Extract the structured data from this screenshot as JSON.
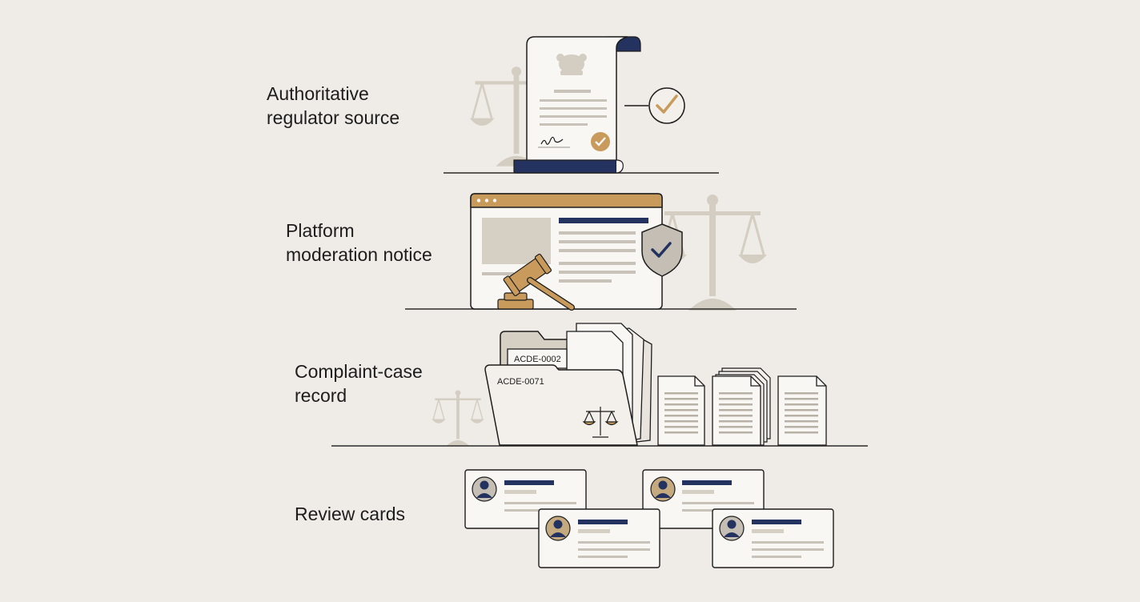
{
  "tiers": [
    {
      "label_line1": "Authoritative",
      "label_line2": "regulator source",
      "icon": "regulator-document-icon"
    },
    {
      "label_line1": "Platform",
      "label_line2": "moderation notice",
      "icon": "moderation-window-icon"
    },
    {
      "label_line1": "Complaint-case",
      "label_line2": "record",
      "icon": "case-folder-icon"
    },
    {
      "label_line1": "Review cards",
      "label_line2": "",
      "icon": "review-card-icon"
    }
  ],
  "case_ids": {
    "back_tab": "ACDE-0002",
    "front_tab": "ACDE-0071"
  },
  "colors": {
    "background": "#efece7",
    "navy": "#23325f",
    "gold": "#c89a5b",
    "line": "#2b2b2b",
    "muted": "#cdc6bb",
    "paper": "#f8f7f4"
  }
}
